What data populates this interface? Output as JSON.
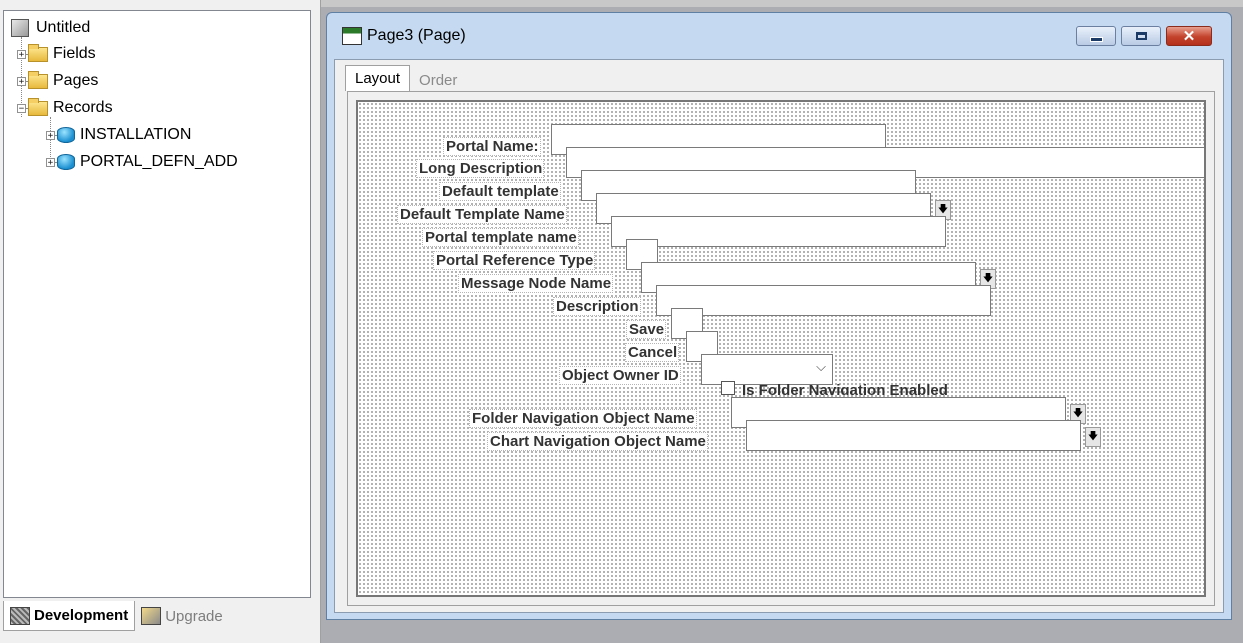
{
  "tree": {
    "root": "Untitled",
    "items": [
      {
        "label": "Fields",
        "expander": "+"
      },
      {
        "label": "Pages",
        "expander": "+"
      },
      {
        "label": "Records",
        "expander": "−"
      }
    ],
    "records": [
      {
        "label": "INSTALLATION",
        "expander": "+"
      },
      {
        "label": "PORTAL_DEFN_ADD",
        "expander": "+"
      }
    ]
  },
  "bottom_tabs": [
    {
      "label": "Development",
      "active": true
    },
    {
      "label": "Upgrade",
      "active": false
    }
  ],
  "window": {
    "title": "Page3 (Page)",
    "close_glyph": "✕"
  },
  "page_tabs": [
    {
      "label": "Layout",
      "active": true
    },
    {
      "label": "Order",
      "active": false
    }
  ],
  "form": {
    "labels": {
      "portal_name": "Portal Name:",
      "long_description": "Long Description",
      "default_template": "Default template",
      "default_template_name": "Default Template Name",
      "portal_template_name": "Portal template name",
      "portal_reference_type": "Portal Reference Type",
      "message_node_name": "Message Node Name",
      "description": "Description",
      "save": "Save",
      "cancel": "Cancel",
      "object_owner_id": "Object Owner ID",
      "is_folder_navigation_enabled": "Is Folder Navigation Enabled",
      "folder_navigation_object_name": "Folder Navigation Object Name",
      "chart_navigation_object_name": "Chart Navigation Object Name"
    },
    "prompt_glyph": "🡇",
    "combo_glyph": "⌵"
  }
}
